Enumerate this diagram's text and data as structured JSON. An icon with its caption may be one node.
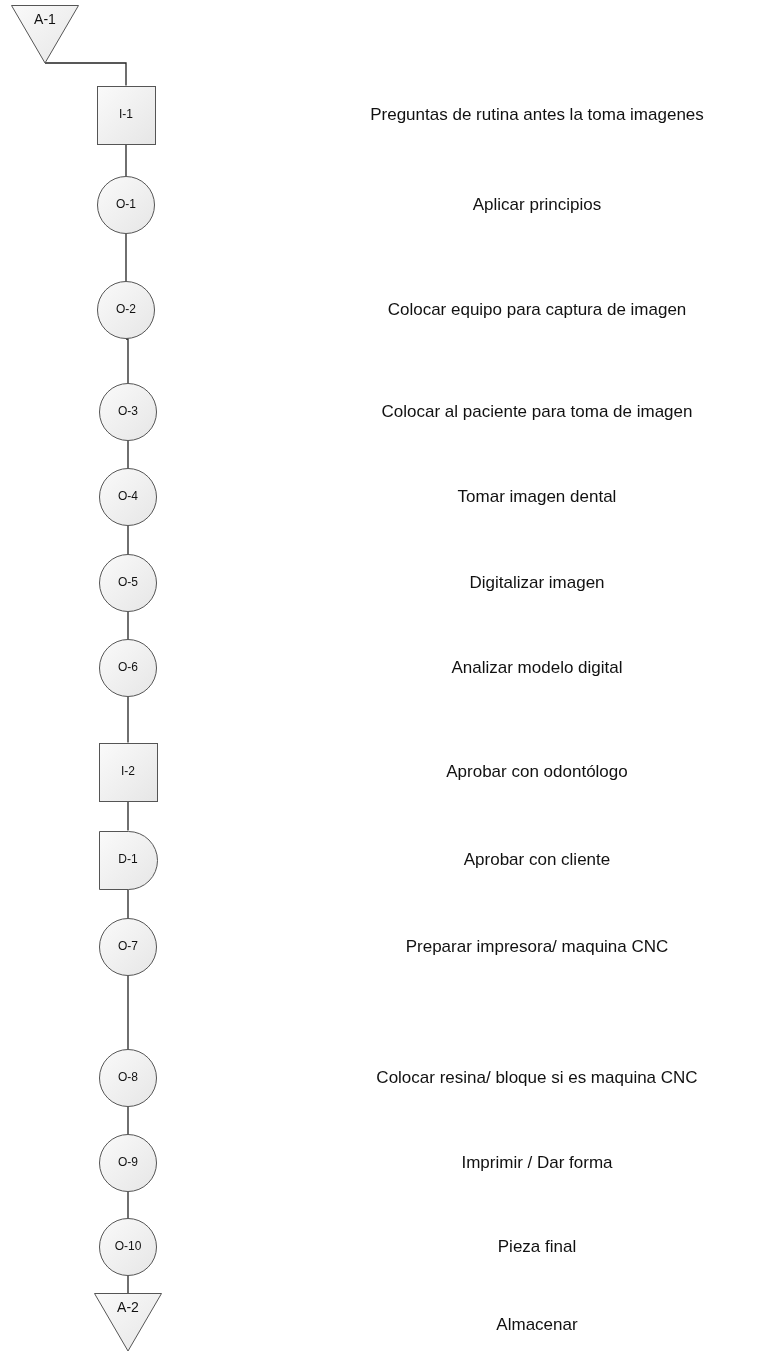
{
  "diagram": {
    "nodes": [
      {
        "text": [
          "A-1"
        ]
      },
      {
        "text": [
          "I-1"
        ]
      },
      {
        "text": [
          "O-1"
        ]
      },
      {
        "text": [
          "O-2"
        ]
      },
      {
        "text": [
          "O-3"
        ]
      },
      {
        "text": [
          "O-4"
        ]
      },
      {
        "text": [
          "O-5"
        ]
      },
      {
        "text": [
          "O-6"
        ]
      },
      {
        "text": [
          "I-2"
        ]
      },
      {
        "text": [
          "D-1"
        ]
      },
      {
        "text": [
          "O-7"
        ]
      },
      {
        "text": [
          "O-8"
        ]
      },
      {
        "text": [
          "O-9"
        ]
      },
      {
        "text": [
          "O-10"
        ]
      },
      {
        "text": [
          "A-2"
        ]
      }
    ],
    "edges": [
      {
        "from": 0,
        "to": 1,
        "arrow": "none"
      },
      {
        "from": 1,
        "to": 2,
        "arrow": "none"
      },
      {
        "from": 2,
        "to": 3,
        "arrow": "none"
      },
      {
        "from": 3,
        "to": 4,
        "arrow": "none"
      },
      {
        "from": 4,
        "to": 5,
        "arrow": "none"
      },
      {
        "from": 5,
        "to": 6,
        "arrow": "none"
      },
      {
        "from": 6,
        "to": 7,
        "arrow": "none"
      },
      {
        "from": 7,
        "to": 8,
        "arrow": "none"
      },
      {
        "from": 8,
        "to": 9,
        "arrow": "none"
      },
      {
        "from": 9,
        "to": 10,
        "arrow": "none"
      },
      {
        "from": 10,
        "to": 11,
        "arrow": "none"
      },
      {
        "from": 11,
        "to": 12,
        "arrow": "none"
      },
      {
        "from": 12,
        "to": 13,
        "arrow": "none"
      },
      {
        "from": 13,
        "to": 14,
        "arrow": "none"
      }
    ],
    "labels": [
      "Preguntas de rutina antes la toma imagenes",
      "Aplicar principios",
      "Colocar equipo para captura de imagen",
      "Colocar al paciente para toma de imagen",
      "Tomar  imagen dental",
      "Digitalizar imagen",
      "Analizar modelo digital",
      "Aprobar con odontólogo",
      "Aprobar con cliente",
      "Preparar impresora/ maquina CNC",
      "Colocar resina/ bloque si es maquina CNC",
      "Imprimir / Dar forma",
      "Pieza final",
      "Almacenar"
    ]
  }
}
